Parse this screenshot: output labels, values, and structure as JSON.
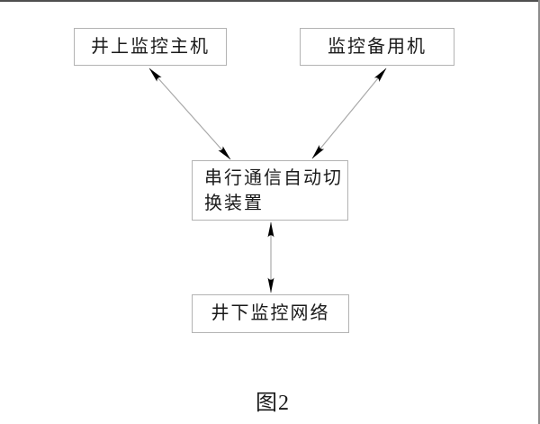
{
  "figure": {
    "caption": "图2"
  },
  "nodes": {
    "top_left": {
      "label": "井上监控主机"
    },
    "top_right": {
      "label": "监控备用机"
    },
    "middle": {
      "label": "串行通信自动切换装置",
      "lines": [
        "串行通信自动切",
        "换装置"
      ]
    },
    "bottom": {
      "label": "井下监控网络"
    }
  },
  "connectors": [
    {
      "from": "top_left",
      "to": "middle",
      "bidirectional": true
    },
    {
      "from": "top_right",
      "to": "middle",
      "bidirectional": true
    },
    {
      "from": "middle",
      "to": "bottom",
      "bidirectional": true
    }
  ],
  "colors": {
    "text": "#1a1a1a",
    "box_border": "#b3b3b3",
    "connector_line": "#a9a9a9",
    "arrowhead": "#000000",
    "page_top_edge": "#4f4f4f",
    "page_right_edge": "#8c8c8c"
  }
}
